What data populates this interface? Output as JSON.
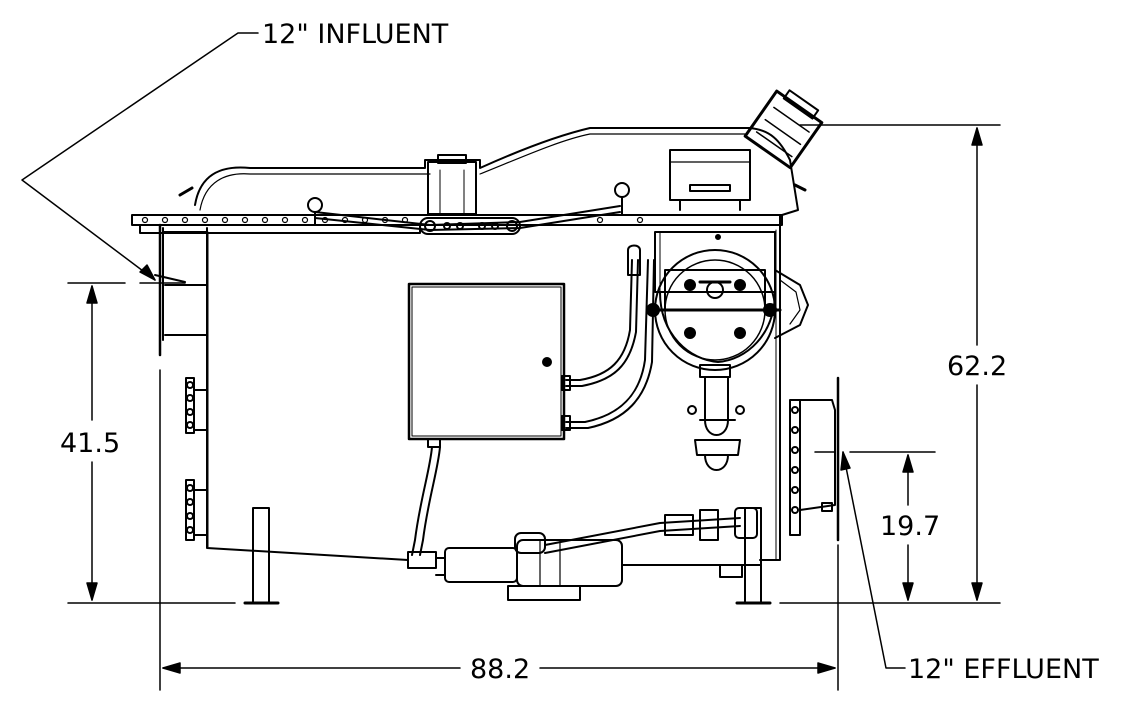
{
  "drawing": {
    "labels": {
      "influent": "12\" INFLUENT",
      "effluent": "12\" EFFLUENT"
    },
    "dimensions": {
      "overall_height": "62.2",
      "influent_height": "41.5",
      "effluent_height": "19.7",
      "overall_width": "88.2"
    },
    "colors": {
      "line": "#000000",
      "fill": "#ffffff"
    }
  }
}
